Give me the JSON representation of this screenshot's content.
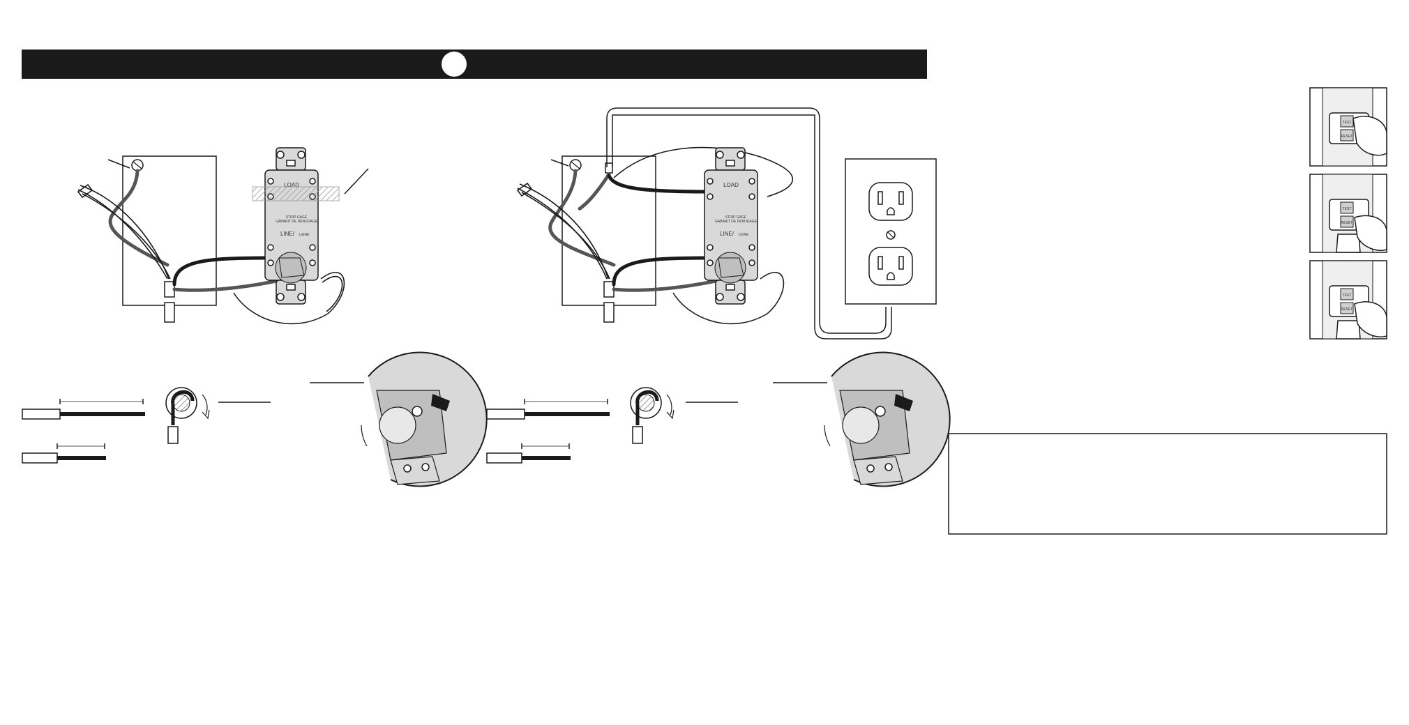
{
  "header": {
    "step_badge": ""
  },
  "figure_left": {
    "device": {
      "load_label": "LOAD",
      "line_label": "LINE/",
      "line_sub": "LIGNE",
      "strip_gage": "STRIP GAGE",
      "strip_sub": "GABARIT DE DÉNUDAGE"
    }
  },
  "figure_right": {
    "device": {
      "load_label": "LOAD",
      "line_label": "LINE/",
      "line_sub": "LIGNE",
      "strip_gage": "STRIP GAGE",
      "strip_sub": "GABARIT DE DÉNUDAGE"
    }
  },
  "test_panel": {
    "frames": [
      {
        "top_btn": "TEST",
        "bottom_btn": "RESET"
      },
      {
        "top_btn": "TEST",
        "bottom_btn": "RESET"
      },
      {
        "top_btn": "TEST",
        "bottom_btn": "RESET"
      }
    ]
  },
  "note_box": {
    "text": ""
  },
  "colors": {
    "ink": "#1a1a1a",
    "device_fill": "#d9d9d9",
    "header_bar": "#1a1a1a"
  }
}
